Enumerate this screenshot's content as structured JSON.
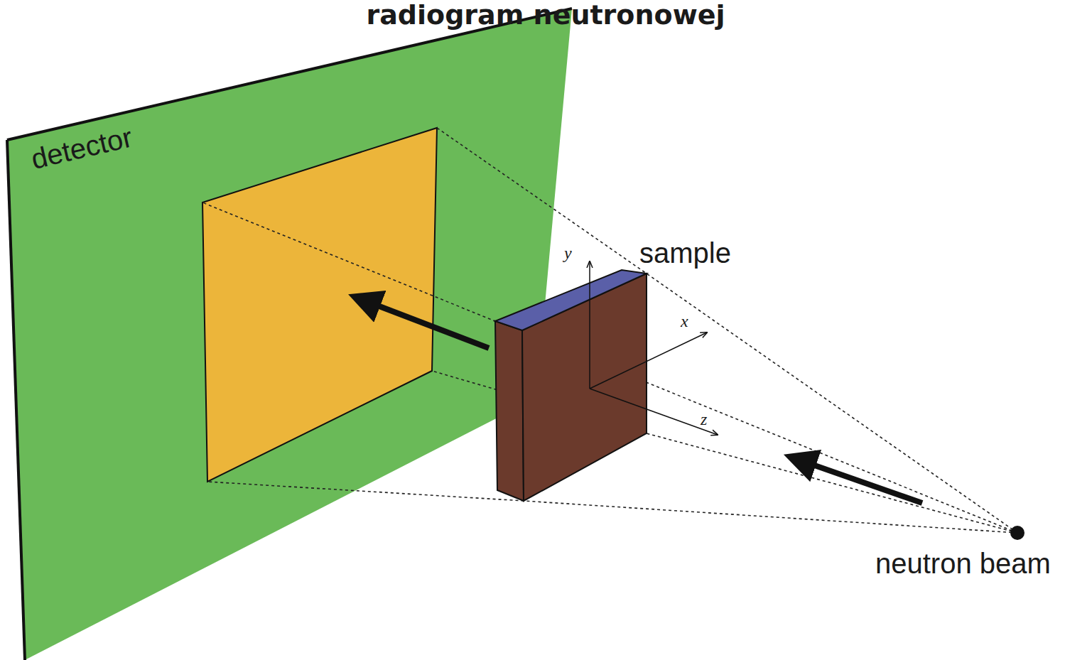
{
  "diagram": {
    "title": "radiogram neutronowej",
    "labels": [
      "detector",
      "sample",
      "y",
      "x",
      "z",
      "neutron beam"
    ]
  }
}
